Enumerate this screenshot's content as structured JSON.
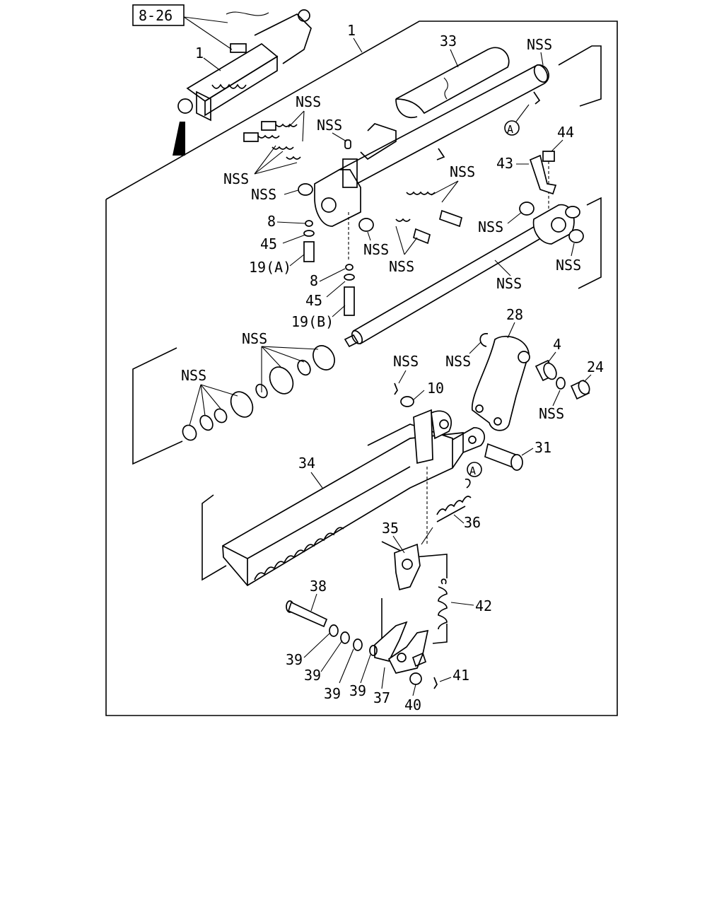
{
  "reference_box": "8-26",
  "labels": {
    "main_assembly_top": "1",
    "main_assembly_inset": "1",
    "p33": "33",
    "p44": "44",
    "p43": "43",
    "p8a": "8",
    "p45a": "45",
    "p19a": "19(A)",
    "p8b": "8",
    "p45b": "45",
    "p19b": "19(B)",
    "p28": "28",
    "p4": "4",
    "p24": "24",
    "p10": "10",
    "p31": "31",
    "p34": "34",
    "p36": "36",
    "p35": "35",
    "p42": "42",
    "p38": "38",
    "p39a": "39",
    "p39b": "39",
    "p39c": "39",
    "p39d": "39",
    "p37": "37",
    "p40": "40",
    "p41": "41",
    "callout_a_top": "A",
    "callout_a_mid": "A"
  },
  "nss_labels": [
    "NSS",
    "NSS",
    "NSS",
    "NSS",
    "NSS",
    "NSS",
    "NSS",
    "NSS",
    "NSS",
    "NSS",
    "NSS",
    "NSS",
    "NSS",
    "NSS",
    "NSS",
    "NSS"
  ]
}
